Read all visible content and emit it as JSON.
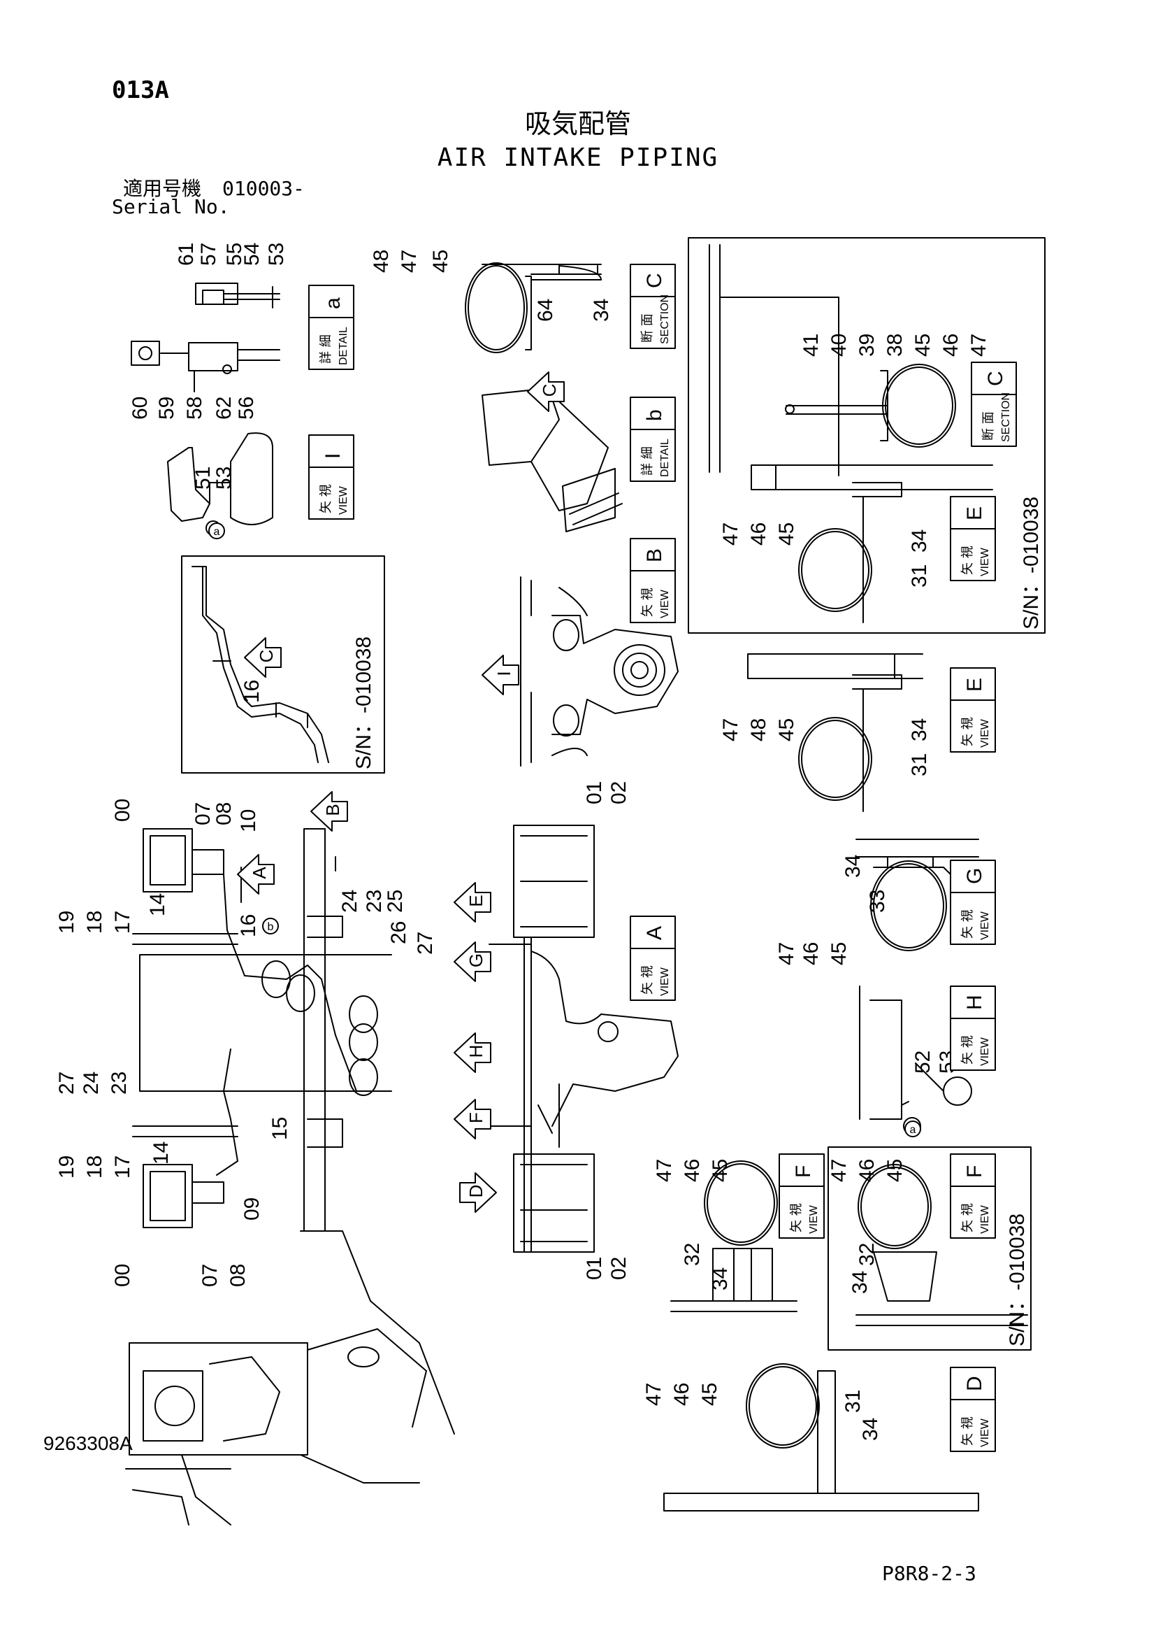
{
  "page_code": "013A",
  "title_jp": "吸気配管",
  "title_en": "AIR INTAKE PIPING",
  "serial_label_jp": "適用号機",
  "serial_value": "010003-",
  "serial_label_en": "Serial No.",
  "drawing_number": "9263308A",
  "page_number": "P8R8-2-3",
  "view_labels": [
    {
      "jp": "詳 細",
      "en": "DETAIL",
      "letter": "a"
    },
    {
      "jp": "矢 視",
      "en": "VIEW",
      "letter": "I"
    },
    {
      "jp": "断 面",
      "en": "SECTION",
      "letter": "C"
    },
    {
      "jp": "詳 細",
      "en": "DETAIL",
      "letter": "b"
    },
    {
      "jp": "矢 視",
      "en": "VIEW",
      "letter": "B"
    },
    {
      "jp": "断 面",
      "en": "SECTION",
      "letter": "C"
    },
    {
      "jp": "矢 視",
      "en": "VIEW",
      "letter": "E"
    },
    {
      "jp": "矢 視",
      "en": "VIEW",
      "letter": "E"
    },
    {
      "jp": "矢 視",
      "en": "VIEW",
      "letter": "A"
    },
    {
      "jp": "矢 視",
      "en": "VIEW",
      "letter": "G"
    },
    {
      "jp": "矢 視",
      "en": "VIEW",
      "letter": "H"
    },
    {
      "jp": "矢 視",
      "en": "VIEW",
      "letter": "F"
    },
    {
      "jp": "矢 視",
      "en": "VIEW",
      "letter": "F"
    },
    {
      "jp": "矢 視",
      "en": "VIEW",
      "letter": "D"
    }
  ],
  "serial_notes": [
    "S/N：-010038",
    "S/N：-010038",
    "S/N：-010038"
  ],
  "arrow_letters": [
    "C",
    "C",
    "I",
    "B",
    "A",
    "E",
    "G",
    "H",
    "F",
    "D"
  ],
  "small_marks": [
    "a",
    "a",
    "b"
  ],
  "callouts": [
    "61",
    "57",
    "55",
    "54",
    "53",
    "60",
    "59",
    "58",
    "62",
    "56",
    "51",
    "53",
    "48",
    "47",
    "45",
    "64",
    "34",
    "41",
    "40",
    "39",
    "38",
    "45",
    "46",
    "47",
    "47",
    "46",
    "45",
    "31",
    "34",
    "47",
    "48",
    "45",
    "31",
    "34",
    "16",
    "00",
    "07",
    "08",
    "10",
    "19",
    "18",
    "17",
    "14",
    "16",
    "24",
    "23",
    "25",
    "26",
    "27",
    "27",
    "24",
    "23",
    "15",
    "19",
    "18",
    "17",
    "14",
    "09",
    "00",
    "07",
    "08",
    "01",
    "02",
    "01",
    "02",
    "34",
    "33",
    "47",
    "46",
    "45",
    "52",
    "53",
    "47",
    "46",
    "45",
    "32",
    "34",
    "47",
    "46",
    "45",
    "32",
    "34",
    "47",
    "46",
    "45",
    "31",
    "34"
  ]
}
